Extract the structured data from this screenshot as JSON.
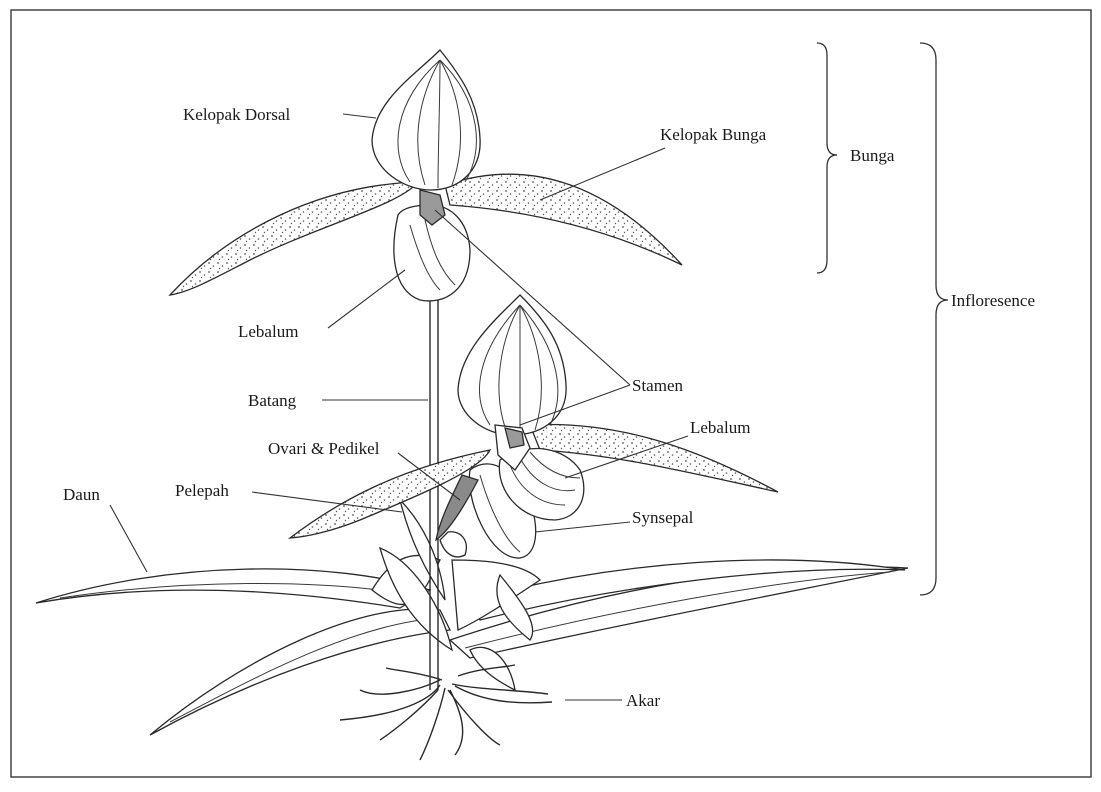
{
  "colors": {
    "line": "#2a2a2a",
    "fill_petal": "#ffffff",
    "stipple": "#555555",
    "ovary": "#8a8a8a",
    "frame": "#444444"
  },
  "labels": {
    "kelopak_dorsal": "Kelopak Dorsal",
    "kelopak_bunga": "Kelopak Bunga",
    "bunga": "Bunga",
    "inflorescence": "Infloresence",
    "lebalum_top": "Lebalum",
    "batang": "Batang",
    "stamen": "Stamen",
    "lebalum_bottom": "Lebalum",
    "ovari_pedikel": "Ovari & Pedikel",
    "pelepah": "Pelepah",
    "daun": "Daun",
    "synsepal": "Synsepal",
    "akar": "Akar"
  }
}
